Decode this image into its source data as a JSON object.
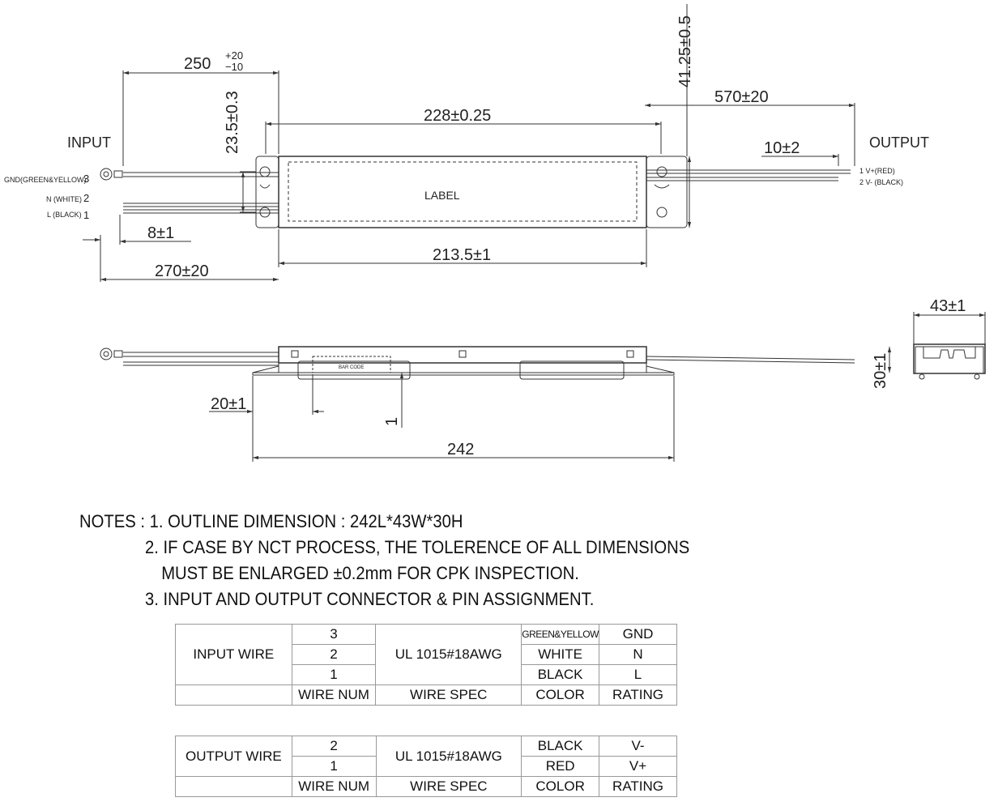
{
  "dims": {
    "d250": "250",
    "d250_tol_up": "+20",
    "d250_tol_dn": "−10",
    "d23_5": "23.5±0.3",
    "d41_25": "41.25±0.5",
    "d570": "570±20",
    "d228": "228±0.25",
    "d10": "10±2",
    "d8": "8±1",
    "d213_5": "213.5±1",
    "d270": "270±20",
    "d43": "43±1",
    "d30": "30±1",
    "d20": "20±1",
    "d1": "1",
    "d242": "242"
  },
  "labels": {
    "input": "INPUT",
    "output": "OUTPUT",
    "label": "LABEL",
    "barcode": "BAR CODE",
    "gnd": "GND(GREEN&YELLOW)",
    "gnd_num": "3",
    "n": "N (WHITE)",
    "n_num": "2",
    "l": "L (BLACK)",
    "l_num": "1",
    "out1": "1  V+(RED)",
    "out2": "2  V- (BLACK)"
  },
  "notes": {
    "line1": "NOTES : 1. OUTLINE DIMENSION : 242L*43W*30H",
    "line2": "2. IF CASE BY NCT PROCESS, THE TOLERENCE OF ALL DIMENSIONS",
    "line3": "MUST BE ENLARGED  ±0.2mm FOR CPK INSPECTION.",
    "line4": "3. INPUT AND OUTPUT CONNECTOR & PIN ASSIGNMENT."
  },
  "input_table": {
    "label": "INPUT WIRE",
    "spec": "UL 1015#18AWG",
    "rows": [
      {
        "num": "3",
        "color": "GREEN&YELLOW",
        "rating": "GND"
      },
      {
        "num": "2",
        "color": "WHITE",
        "rating": "N"
      },
      {
        "num": "1",
        "color": "BLACK",
        "rating": "L"
      }
    ],
    "header": {
      "num": "WIRE NUM",
      "spec": "WIRE SPEC",
      "color": "COLOR",
      "rating": "RATING"
    }
  },
  "output_table": {
    "label": "OUTPUT WIRE",
    "spec": "UL 1015#18AWG",
    "rows": [
      {
        "num": "2",
        "color": "BLACK",
        "rating": "V-"
      },
      {
        "num": "1",
        "color": "RED",
        "rating": "V+"
      }
    ],
    "header": {
      "num": "WIRE NUM",
      "spec": "WIRE SPEC",
      "color": "COLOR",
      "rating": "RATING"
    }
  }
}
